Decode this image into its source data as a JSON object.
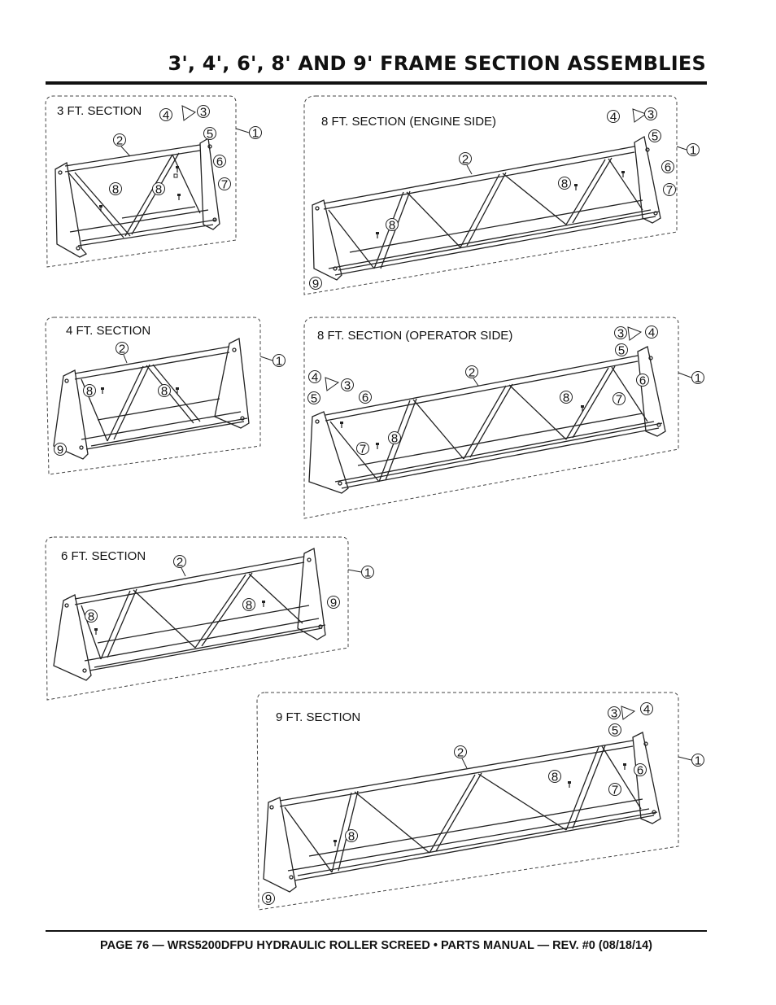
{
  "header": {
    "title": "3', 4', 6', 8' AND 9' FRAME SECTION ASSEMBLIES"
  },
  "footer": {
    "text": "PAGE 76 — WRS5200DFPU HYDRAULIC ROLLER SCREED • PARTS MANUAL  — REV. #0 (08/18/14)"
  },
  "sections": {
    "s3": {
      "label": "3 FT. SECTION"
    },
    "s8e": {
      "label": "8 FT. SECTION (ENGINE SIDE)"
    },
    "s4": {
      "label": "4 FT. SECTION"
    },
    "s8o": {
      "label": "8 FT. SECTION (OPERATOR SIDE)"
    },
    "s6": {
      "label": "6 FT. SECTION"
    },
    "s9": {
      "label": "9 FT. SECTION"
    }
  },
  "callouts": {
    "c1": "1",
    "c2": "2",
    "c3": "3",
    "c4": "4",
    "c5": "5",
    "c6": "6",
    "c7": "7",
    "c8": "8",
    "c9": "9"
  }
}
